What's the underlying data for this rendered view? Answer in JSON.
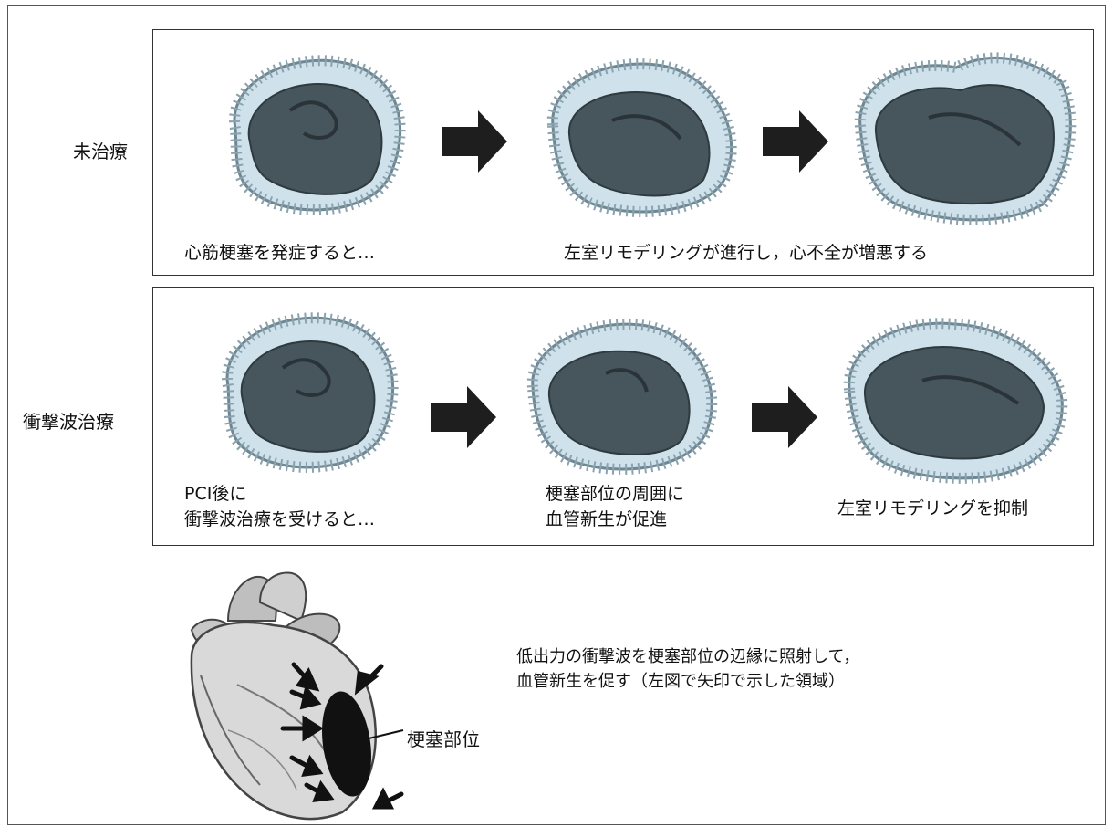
{
  "rows": [
    {
      "label": "未治療",
      "captions": [
        "心筋梗塞を発症すると…",
        "左室リモデリングが進行し，心不全が増悪する"
      ]
    },
    {
      "label": "衝撃波治療",
      "captions": [
        [
          "PCI後に",
          "衝撃波治療を受けると…"
        ],
        [
          "梗塞部位の周囲に",
          "血管新生が促進"
        ],
        "左室リモデリングを抑制"
      ]
    }
  ],
  "bottom": {
    "infarct_label": "梗塞部位",
    "description": [
      "低出力の衝撃波を梗塞部位の辺縁に照射して，",
      "血管新生を促す（左図で矢印で示した領域）"
    ]
  },
  "icons": [
    "heart-section-icon",
    "right-arrow-icon",
    "heart-3d-icon",
    "pointer-arrow-icon"
  ]
}
